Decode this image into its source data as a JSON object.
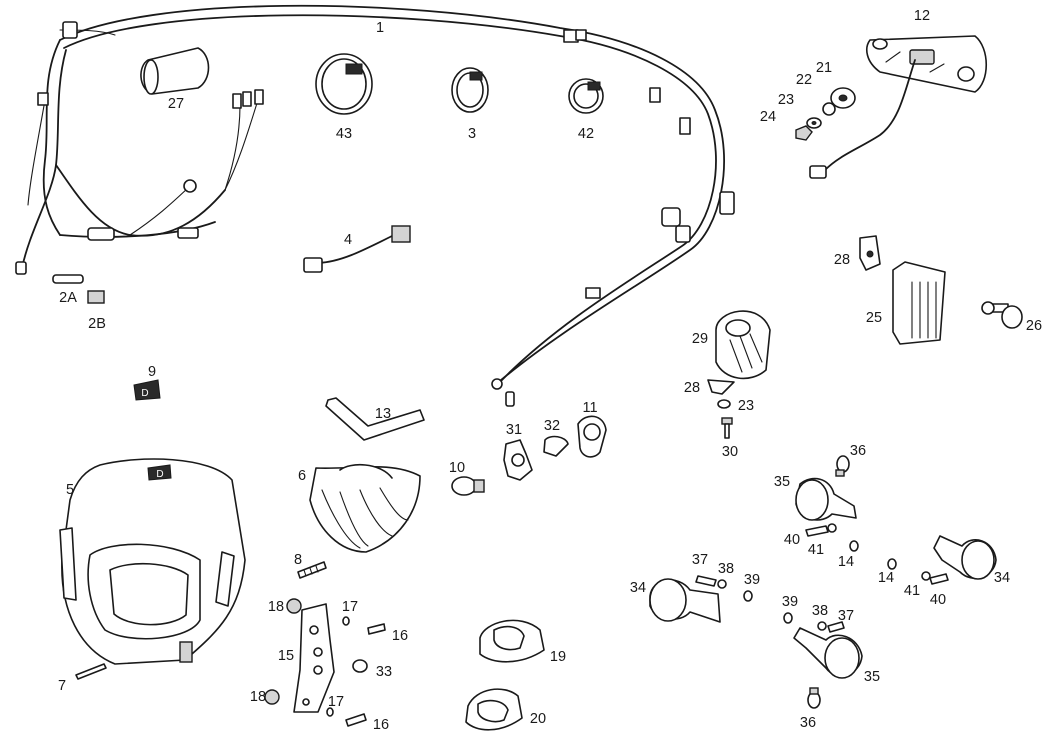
{
  "labels": {
    "p1": "1",
    "p2a": "2A",
    "p2b": "2B",
    "p3": "3",
    "p4": "4",
    "p5": "5",
    "p6": "6",
    "p7": "7",
    "p8": "8",
    "p9": "9",
    "p10": "10",
    "p11": "11",
    "p12": "12",
    "p13": "13",
    "p14a": "14",
    "p14b": "14",
    "p15": "15",
    "p16a": "16",
    "p16b": "16",
    "p17a": "17",
    "p17b": "17",
    "p18a": "18",
    "p18b": "18",
    "p19": "19",
    "p20": "20",
    "p21": "21",
    "p22": "22",
    "p23a": "23",
    "p23b": "23",
    "p24": "24",
    "p25": "25",
    "p26": "26",
    "p27": "27",
    "p28a": "28",
    "p28b": "28",
    "p29": "29",
    "p30": "30",
    "p31": "31",
    "p32": "32",
    "p33": "33",
    "p34a": "34",
    "p34b": "34",
    "p35a": "35",
    "p35b": "35",
    "p36a": "36",
    "p36b": "36",
    "p37a": "37",
    "p37b": "37",
    "p38a": "38",
    "p38b": "38",
    "p39a": "39",
    "p39b": "39",
    "p40a": "40",
    "p40b": "40",
    "p41a": "41",
    "p41b": "41",
    "p42": "42",
    "p43": "43"
  },
  "logo_text": "D"
}
